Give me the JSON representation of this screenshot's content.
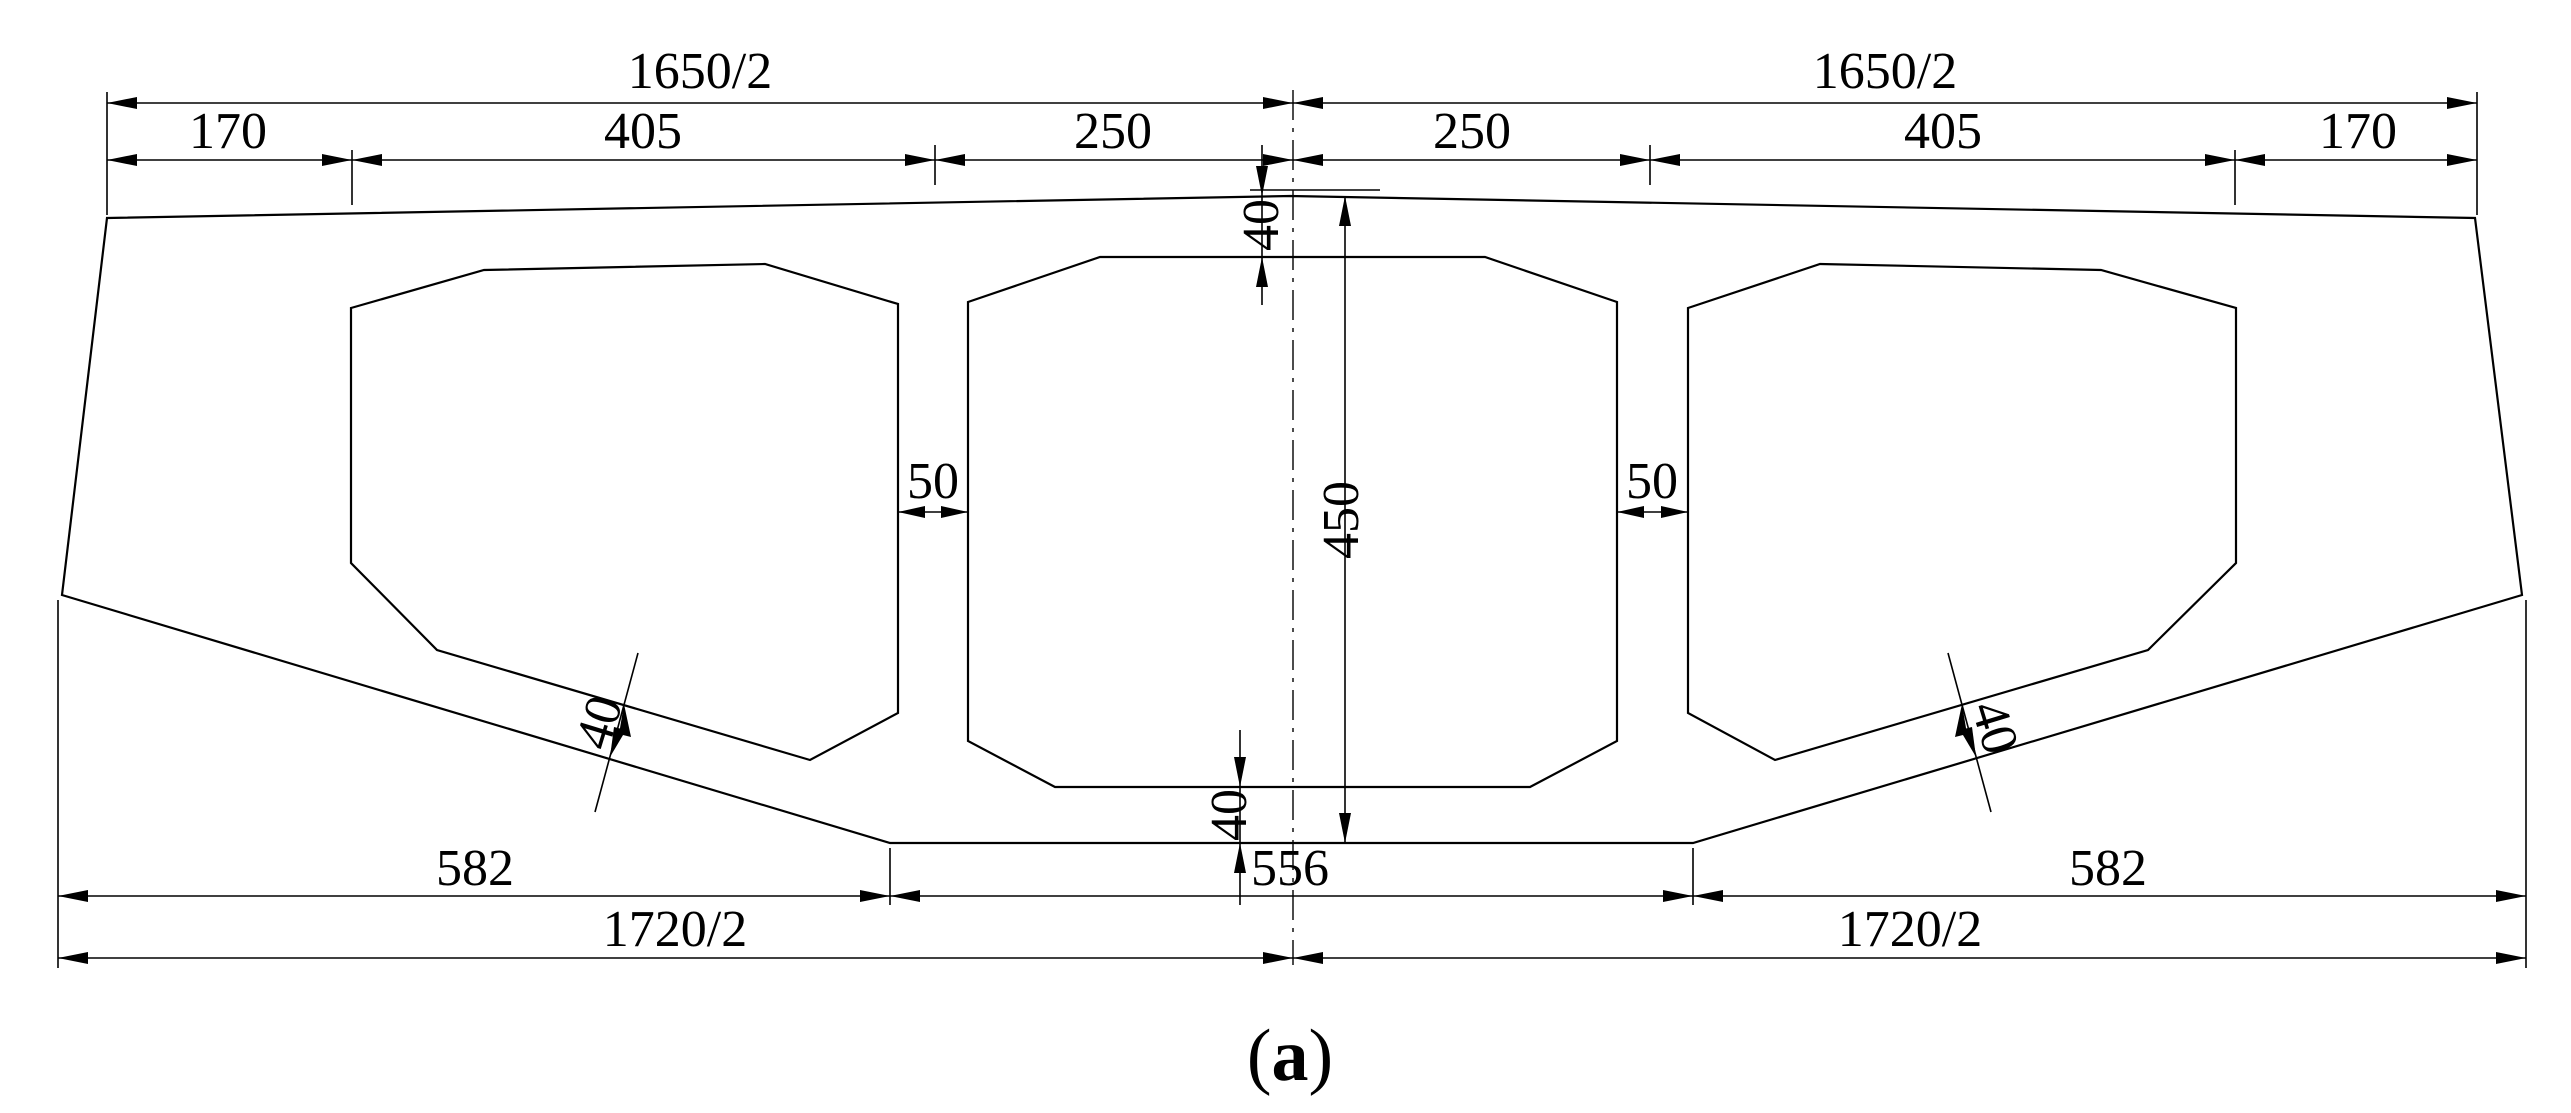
{
  "dimensions": {
    "top_half_left": "1650/2",
    "top_half_right": "1650/2",
    "top_seg_left_1": "170",
    "top_seg_left_2": "405",
    "top_seg_left_3": "250",
    "top_seg_right_3": "250",
    "top_seg_right_2": "405",
    "top_seg_right_1": "170",
    "top_slab_thickness": "40",
    "web_left": "50",
    "web_right": "50",
    "height": "450",
    "bottom_slab_left": "40",
    "bottom_slab_right": "40",
    "bottom_slab_center": "40",
    "bottom_left": "582",
    "bottom_center": "556",
    "bottom_right": "582",
    "bottom_half_left": "1720/2",
    "bottom_half_right": "1720/2"
  },
  "caption": {
    "open": "(",
    "letter": "a",
    "close": ")"
  },
  "colors": {
    "line": "#000000",
    "background": "#ffffff"
  }
}
